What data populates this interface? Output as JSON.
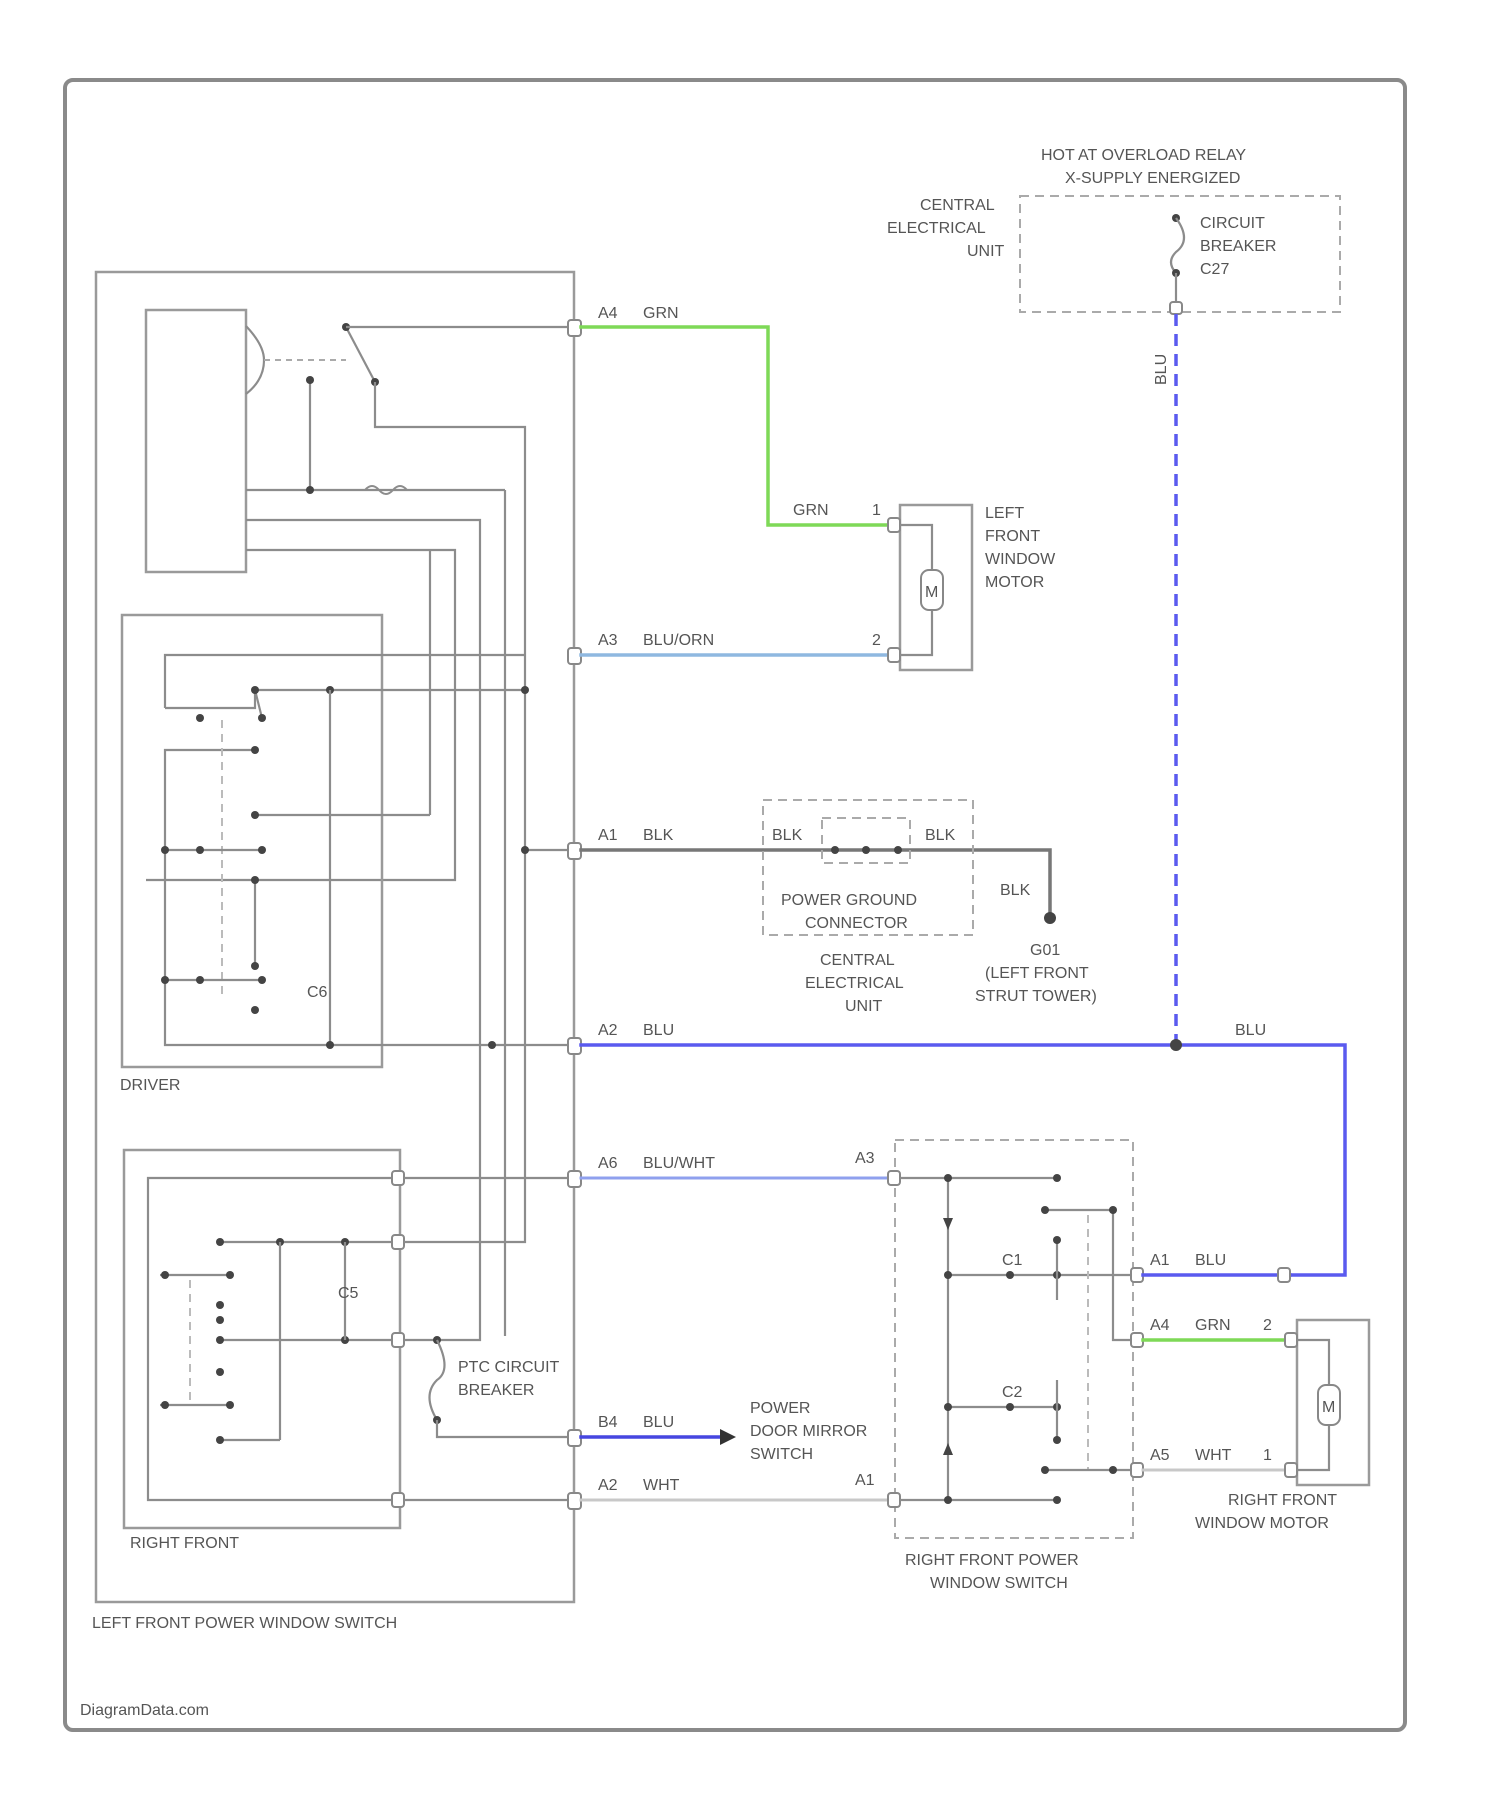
{
  "labels": {
    "relay_title_1": "HOT AT OVERLOAD RELAY",
    "relay_title_2": "X-SUPPLY ENERGIZED",
    "ceu_top_1": "CENTRAL",
    "ceu_top_2": "ELECTRICAL",
    "ceu_top_3": "UNIT",
    "cb_1": "CIRCUIT",
    "cb_2": "BREAKER",
    "cb_3": "C27",
    "blu_vertical": "BLU",
    "lf_motor_1": "LEFT",
    "lf_motor_2": "FRONT",
    "lf_motor_3": "WINDOW",
    "lf_motor_4": "MOTOR",
    "motor_m": "M",
    "pwr_gnd_1": "POWER GROUND",
    "pwr_gnd_2": "CONNECTOR",
    "ceu_mid_1": "CENTRAL",
    "ceu_mid_2": "ELECTRICAL",
    "ceu_mid_3": "UNIT",
    "g_1": "G01",
    "g_2": "(LEFT FRONT",
    "g_3": "STRUT TOWER)",
    "driver": "DRIVER",
    "right_front": "RIGHT FRONT",
    "lf_switch": "LEFT FRONT POWER WINDOW SWITCH",
    "ptc_1": "PTC CIRCUIT",
    "ptc_2": "BREAKER",
    "mirror_1": "POWER",
    "mirror_2": "DOOR MIRROR",
    "mirror_3": "SWITCH",
    "rf_switch_1": "RIGHT FRONT POWER",
    "rf_switch_2": "WINDOW SWITCH",
    "rf_motor_1": "RIGHT FRONT",
    "rf_motor_2": "WINDOW MOTOR",
    "watermark": "DiagramData.com",
    "c_driver": "C6",
    "c_rf": "C5",
    "c_rfs_1": "C1",
    "c_rfs_2": "C2"
  },
  "wires": {
    "w1_pin": "A4",
    "w1_color": "GRN",
    "w1_end_color": "GRN",
    "w1_end_pin": "1",
    "w2_pin": "A3",
    "w2_color": "BLU/ORN",
    "w2_end_pin": "2",
    "w3_pin": "A1",
    "w3_color": "BLK",
    "w3_mid_1": "BLK",
    "w3_mid_2": "BLK",
    "w3_down": "BLK",
    "w4_pin": "A2",
    "w4_color": "BLU",
    "w4_right_color": "BLU",
    "w5_pin": "A6",
    "w5_color": "BLU/WHT",
    "w5_end_pin": "A3",
    "w6_pin": "B4",
    "w6_color": "BLU",
    "w7_pin": "A2",
    "w7_color": "WHT",
    "w7_end_pin": "A1",
    "rf_a1_pin": "A1",
    "rf_a1_color": "BLU",
    "rf_a4_pin": "A4",
    "rf_a4_color": "GRN",
    "rf_a4_end": "2",
    "rf_a5_pin": "A5",
    "rf_a5_color": "WHT",
    "rf_a5_end": "1"
  },
  "colors": {
    "green": "#7ed957",
    "lightblue": "#8fb8e0",
    "blue": "#5a5aef",
    "darkgray": "#777777",
    "lightgray": "#c8c8c8"
  }
}
